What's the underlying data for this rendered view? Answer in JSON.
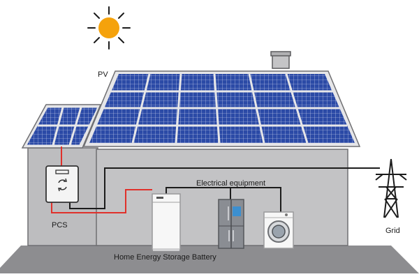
{
  "labels": {
    "pv": "PV",
    "pcs": "PCS",
    "equipment": "Electrical equipment",
    "battery": "Home Energy Storage Battery",
    "grid": "Grid"
  },
  "colors": {
    "wall": "#bdbdbf",
    "wall_outline": "#6f6f72",
    "roof_panel": "#2b4aa6",
    "panel_grid": "#d6dcf2",
    "dc_wire": "#e0312b",
    "ac_wire": "#1c1c1c",
    "sun": "#f5a20c",
    "ground": "#8d8d90"
  },
  "icons": {
    "sun": "sun-icon",
    "inverter": "inverter-icon",
    "battery": "battery-icon",
    "fridge": "refrigerator-icon",
    "washer": "washing-machine-icon",
    "tower": "transmission-tower-icon"
  }
}
